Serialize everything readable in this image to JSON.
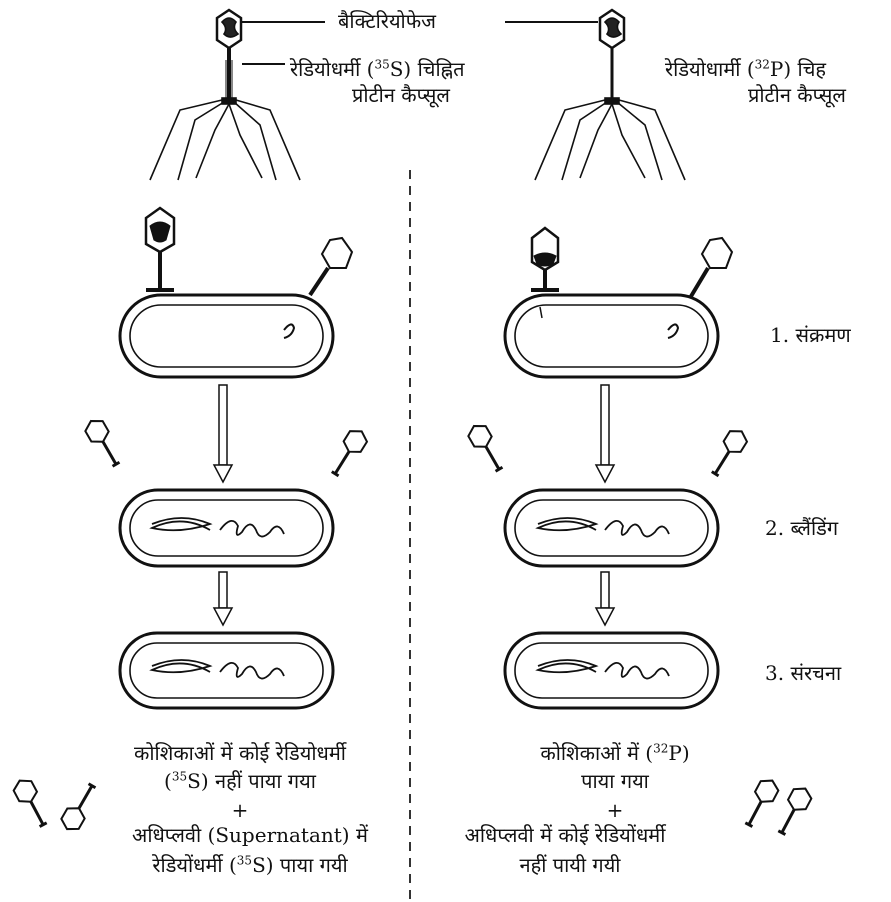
{
  "labels": {
    "bacteriophage": "बैक्टिरियोफेज",
    "left_label_line1_pre": "रेडियोधर्मी (",
    "left_isotope_sup": "35",
    "left_label_line1_post": "S) चिह्नित",
    "left_label_line2": "प्रोटीन कैप्सूल",
    "right_label_line1_pre": "रेडियोधार्मी (",
    "right_isotope_sup": "32",
    "right_label_line1_post": "P) चिह",
    "right_label_line2": "प्रोटीन कैप्सूल"
  },
  "steps": [
    {
      "label": "1. संक्रमण"
    },
    {
      "label": "2. ब्लैंडिंग"
    },
    {
      "label": "3. संरचना"
    }
  ],
  "results": {
    "left": {
      "line1": "कोशिकाओं में कोई रेडियोधर्मी",
      "line2_pre": "(",
      "line2_sup": "35",
      "line2_post": "S) नहीं पाया गया",
      "plus": "+",
      "line3": "अधिप्लवी (Supernatant) में",
      "line4_pre": "रेडियोंधर्मी (",
      "line4_sup": "35",
      "line4_post": "S) पाया गयी"
    },
    "right": {
      "line1_pre": "कोशिकाओं में  (",
      "line1_sup": "32",
      "line1_post": "P)",
      "line2": "पाया गया",
      "plus": "+",
      "line3": "अधिप्लवी में कोई रेडियोंधर्मी",
      "line4": "नहीं पायी गयी"
    }
  },
  "colors": {
    "ink": "#111111",
    "background": "#ffffff"
  }
}
